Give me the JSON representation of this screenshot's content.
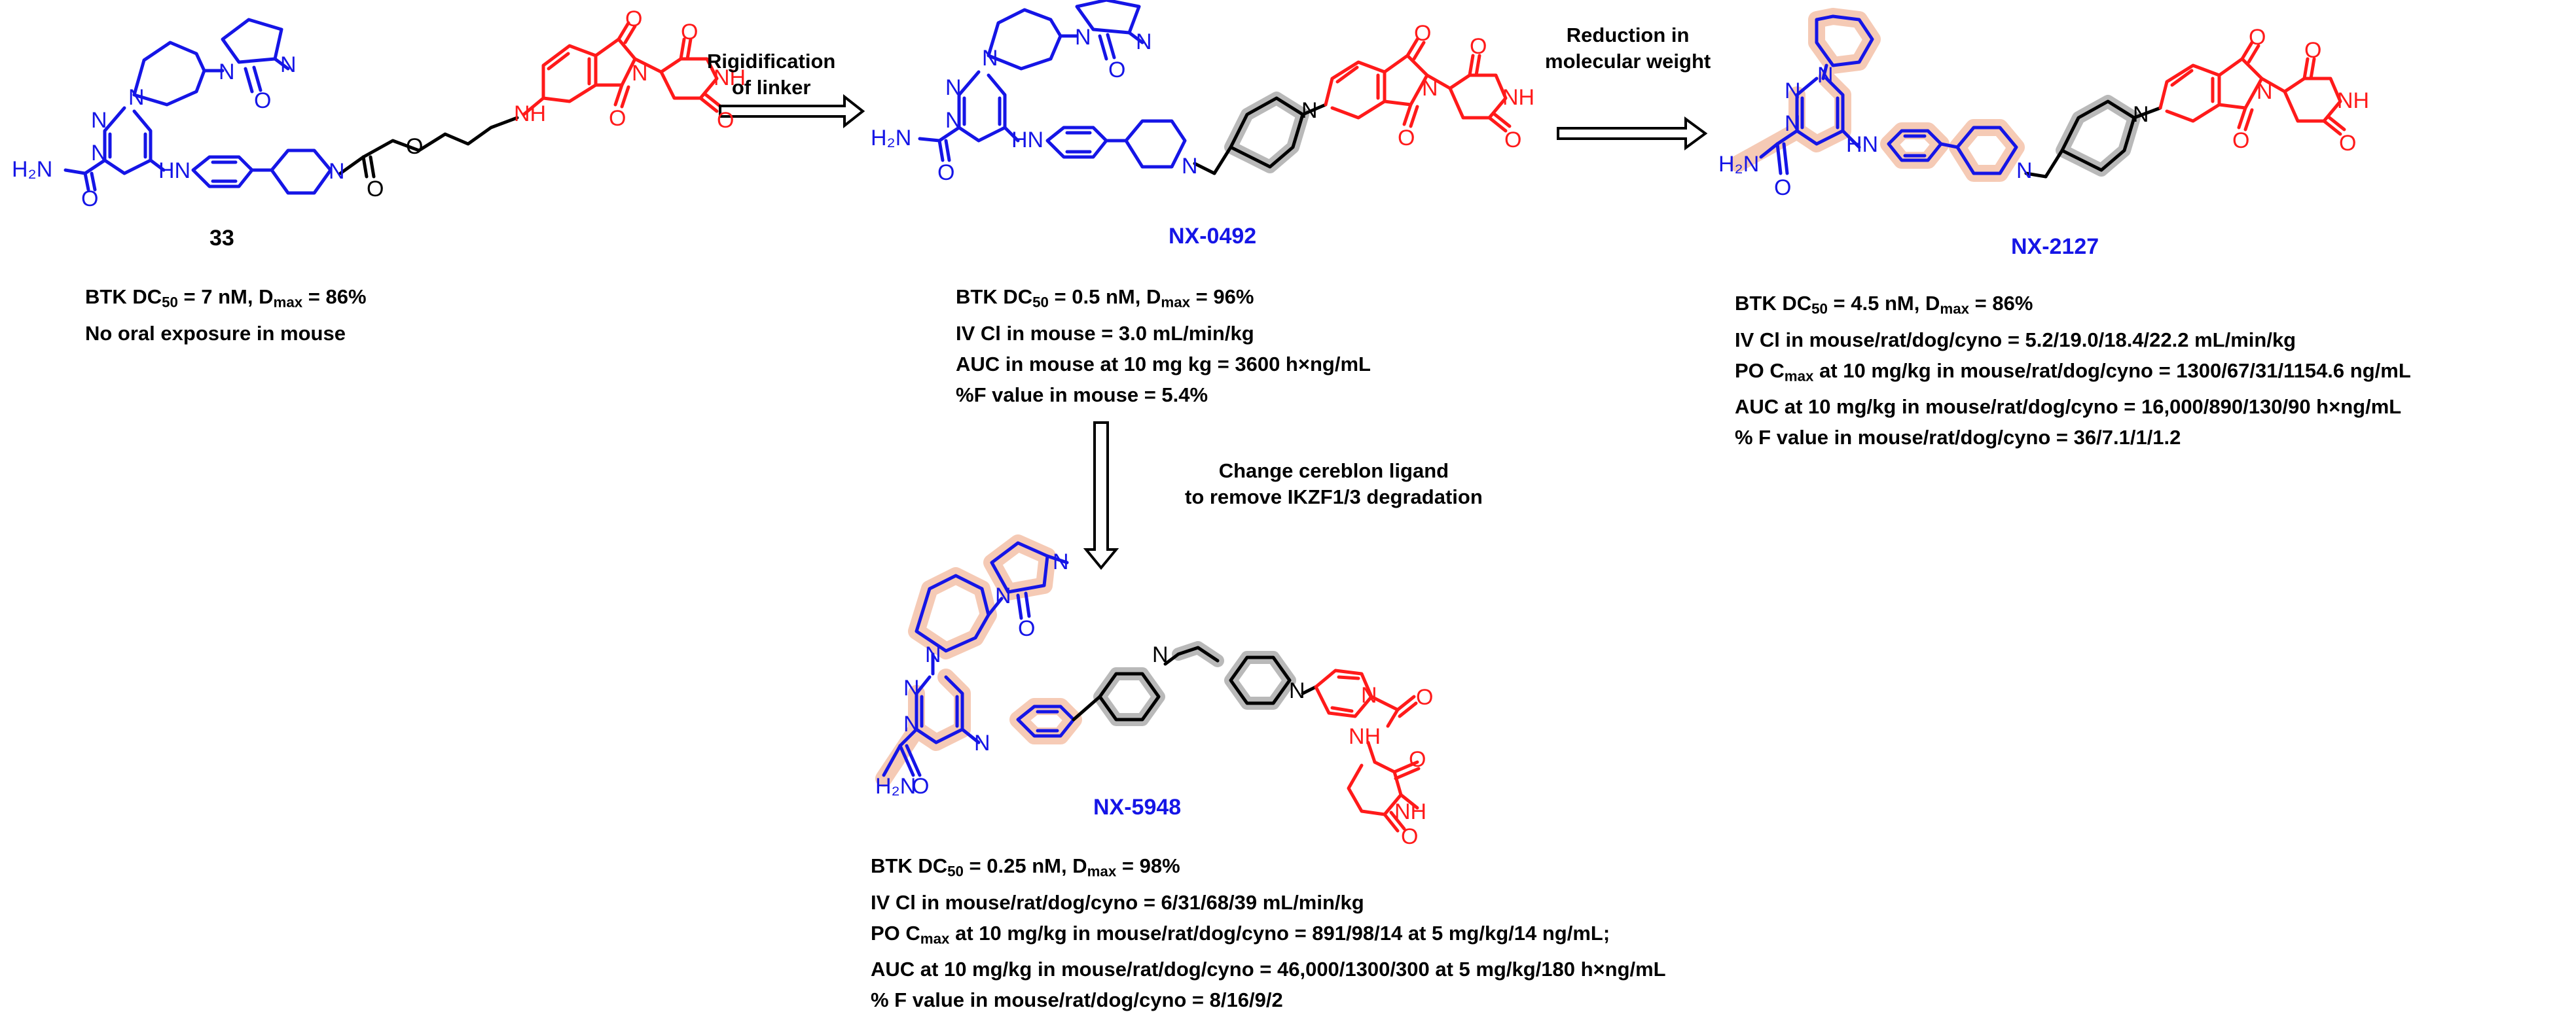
{
  "colors": {
    "blue": "#1515e6",
    "red": "#ff1a1a",
    "black": "#000000",
    "halo_grey": "#a8a8a8",
    "halo_peach": "#f5c5ae"
  },
  "arrows": [
    {
      "label_lines": [
        "Rigidification",
        "of linker"
      ],
      "direction": "right"
    },
    {
      "label_lines": [
        "Reduction in",
        "molecular weight"
      ],
      "direction": "right"
    },
    {
      "label_lines": [
        "Change cereblon ligand",
        "to remove IKZF1/3 degradation"
      ],
      "direction": "down"
    }
  ],
  "atom_labels": {
    "N": "N",
    "O": "O",
    "NH": "NH",
    "HN": "HN",
    "H2N": "H₂N"
  },
  "compounds": [
    {
      "id": "33",
      "name": "33",
      "name_color": "black",
      "lines": [
        {
          "pre": "BTK DC",
          "sub1": "50",
          "mid": " = 7 nM, D",
          "sub2": "max",
          "post": " = 86%"
        },
        {
          "pre": "No oral exposure in mouse"
        }
      ]
    },
    {
      "id": "NX-0492",
      "name": "NX-0492",
      "name_color": "blue",
      "lines": [
        {
          "pre": "BTK DC",
          "sub1": "50",
          "mid": " = 0.5 nM, D",
          "sub2": "max",
          "post": " = 96%"
        },
        {
          "pre": "IV Cl in mouse = 3.0 mL/min/kg"
        },
        {
          "pre": "AUC in mouse at 10 mg kg = 3600 h×ng/mL"
        },
        {
          "pre": "%F value in mouse = 5.4%"
        }
      ]
    },
    {
      "id": "NX-2127",
      "name": "NX-2127",
      "name_color": "blue",
      "lines": [
        {
          "pre": "BTK DC",
          "sub1": "50",
          "mid": " = 4.5 nM, D",
          "sub2": "max",
          "post": " = 86%"
        },
        {
          "pre": "IV Cl in mouse/rat/dog/cyno = 5.2/19.0/18.4/22.2 mL/min/kg"
        },
        {
          "pre": "PO C",
          "sub1": "max",
          "mid": " at 10 mg/kg in mouse/rat/dog/cyno = 1300/67/31/1154.6 ng/mL"
        },
        {
          "pre": "AUC at 10 mg/kg in mouse/rat/dog/cyno = 16,000/890/130/90 h×ng/mL"
        },
        {
          "pre": "% F value in mouse/rat/dog/cyno = 36/7.1/1/1.2"
        }
      ]
    },
    {
      "id": "NX-5948",
      "name": "NX-5948",
      "name_color": "blue",
      "lines": [
        {
          "pre": "BTK DC",
          "sub1": "50",
          "mid": " = 0.25 nM, D",
          "sub2": "max",
          "post": " = 98%"
        },
        {
          "pre": "IV Cl in mouse/rat/dog/cyno = 6/31/68/39 mL/min/kg"
        },
        {
          "pre": "PO C",
          "sub1": "max",
          "mid": " at 10 mg/kg in mouse/rat/dog/cyno = 891/98/14 at 5 mg/kg/14 ng/mL;"
        },
        {
          "pre": "AUC at 10 mg/kg in mouse/rat/dog/cyno = 46,000/1300/300 at 5 mg/kg/180 h×ng/mL"
        },
        {
          "pre": "% F value in mouse/rat/dog/cyno = 8/16/9/2"
        }
      ]
    }
  ]
}
